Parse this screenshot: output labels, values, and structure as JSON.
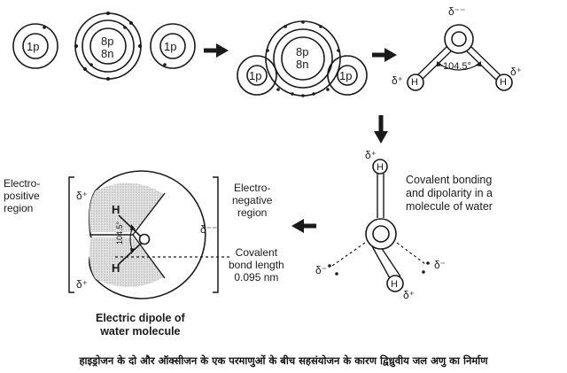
{
  "step1": {
    "h_left": "1p",
    "o_nucleus_line1": "8p",
    "o_nucleus_line2": "8n",
    "h_right": "1p"
  },
  "step2": {
    "h_left": "1p",
    "o_line1": "8p",
    "o_line2": "8n",
    "h_right": "1p"
  },
  "step3": {
    "delta_top": "δ⁻⁻",
    "delta_left": "δ⁺",
    "delta_right": "δ⁺",
    "h_left": "H",
    "h_right": "H",
    "angle": "104.5°"
  },
  "step4": {
    "delta_top": "δ⁺",
    "h_top": "H",
    "h_bottom": "H",
    "delta_bottom": "δ⁺",
    "delta_left": "δ⁻",
    "delta_right": "δ⁻",
    "description": "Covalent bonding\nand dipolarity in a\nmolecule of water"
  },
  "dipole": {
    "electropositive": "Electro-\npositive\nregion",
    "electronegative": "Electro-\nnegative\nregion",
    "delta_top": "δ⁺",
    "delta_bottom": "δ⁺",
    "delta_right": "δ⁻⁻",
    "h_top": "H",
    "h_bottom": "H",
    "angle": "104.5°",
    "bond_length": "Covalent\nbond length\n0.095 nm",
    "title": "Electric dipole of\nwater molecule"
  },
  "caption": "हाइड्रोजन के दो और ऑक्सीजन के एक परमाणुओं के बीच सहसंयोजन के कारण द्विध्रुवीय जल अणु का निर्माण",
  "colors": {
    "ink": "#1a1a1a",
    "shade": "#cfcfcf"
  }
}
